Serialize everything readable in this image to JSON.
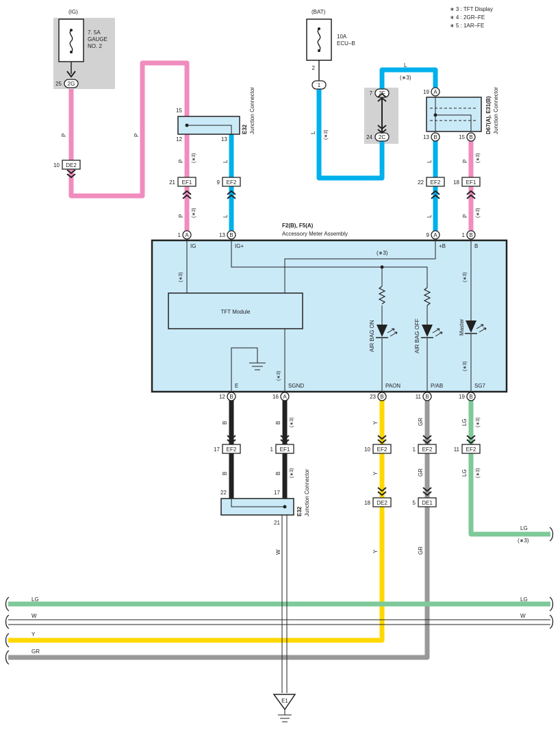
{
  "notes": [
    "∗ 3 : TFT Display",
    "∗ 4 : 2GR–FE",
    "∗ 5 : 1AR–FE"
  ],
  "fuses": {
    "ig_source": "(IG)",
    "ig_name": [
      "7. 5A",
      "GAUGE",
      "NO. 2"
    ],
    "bat_source": "(BAT)",
    "bat_name": [
      "10A",
      "ECU–B"
    ]
  },
  "connectors": {
    "junction_top": [
      "E32",
      "Junction Connector"
    ],
    "junction_right": [
      "D67(A), E31(B)",
      "Junction Connector"
    ],
    "junction_bottom": [
      "E32",
      "Junction Connector"
    ]
  },
  "assembly": {
    "title": "F2(B), F5(A)",
    "subtitle": "Accessory Meter Assembly",
    "tft": "TFT Module",
    "pins_top": [
      "IG",
      "IG+",
      "+B",
      "B"
    ],
    "pins_bottom": [
      "E",
      "SGND",
      "PAON",
      "P/AB",
      "SG7"
    ],
    "leds": [
      "AIR BAG ON",
      "AIR BAG OFF",
      "Master"
    ]
  },
  "ground": "E1",
  "wires": {
    "pink": "P",
    "blue": "L",
    "black": "B",
    "yellow": "Y",
    "gray": "GR",
    "green": "LG",
    "white": "W"
  },
  "markers": {
    "n3": "(∗3)",
    "fuse_ig_pin": "25",
    "fuse_ig_conn": "2G",
    "de2_top_pin": "10",
    "de2_top": "DE2",
    "fuse_bat_pin": "2",
    "bat_conn": "1",
    "c2f_pin": "7",
    "c2f": "2F",
    "c2c_pin": "24",
    "c2c": "2C",
    "jt_in": "15",
    "jt_out1": "12",
    "jt_out2": "13",
    "jr_in": "19",
    "jr_in_letter": "A",
    "jr_out1": "13",
    "jr_out2": "15",
    "jr_out_letter": "B",
    "ef1_a_pin": "21",
    "ef1_a": "EF1",
    "ef2_a_pin": "9",
    "ef2_a": "EF2",
    "ef2_b_pin": "22",
    "ef2_b": "EF2",
    "ef1_b_pin": "18",
    "ef1_b": "EF1",
    "p_ig_pin": "1",
    "p_ig": "A",
    "p_igp_pin": "13",
    "p_igp": "B",
    "p_pb_pin": "9",
    "p_pb": "A",
    "p_b_pin": "1",
    "p_b": "B",
    "p_e_pin": "12",
    "p_e": "B",
    "p_sgnd_pin": "16",
    "p_sgnd": "A",
    "p_paon_pin": "23",
    "p_paon": "B",
    "p_pab_pin": "11",
    "p_pab": "B",
    "p_sg7_pin": "19",
    "p_sg7": "B",
    "ef2_c_pin": "17",
    "ef2_c": "EF2",
    "ef1_c_pin": "1",
    "ef1_c": "EF1",
    "ef2_d_pin": "10",
    "ef2_d": "EF2",
    "ef2_e_pin": "1",
    "ef2_e": "EF2",
    "ef2_f_pin": "11",
    "ef2_f": "EF2",
    "jb_in1": "22",
    "jb_in2": "17",
    "jb_out": "21",
    "de2_b_pin": "18",
    "de2_b": "DE2",
    "de1_pin": "5",
    "de1": "DE1"
  },
  "colors": {
    "pink": "#f08cbe",
    "blue": "#00b0ec",
    "black": "#222222",
    "yellow": "#ffd800",
    "gray": "#999999",
    "green": "#7ec99a",
    "assembly_fill": "#cbeaf8",
    "fuse_bg": "#d2d2d2"
  }
}
